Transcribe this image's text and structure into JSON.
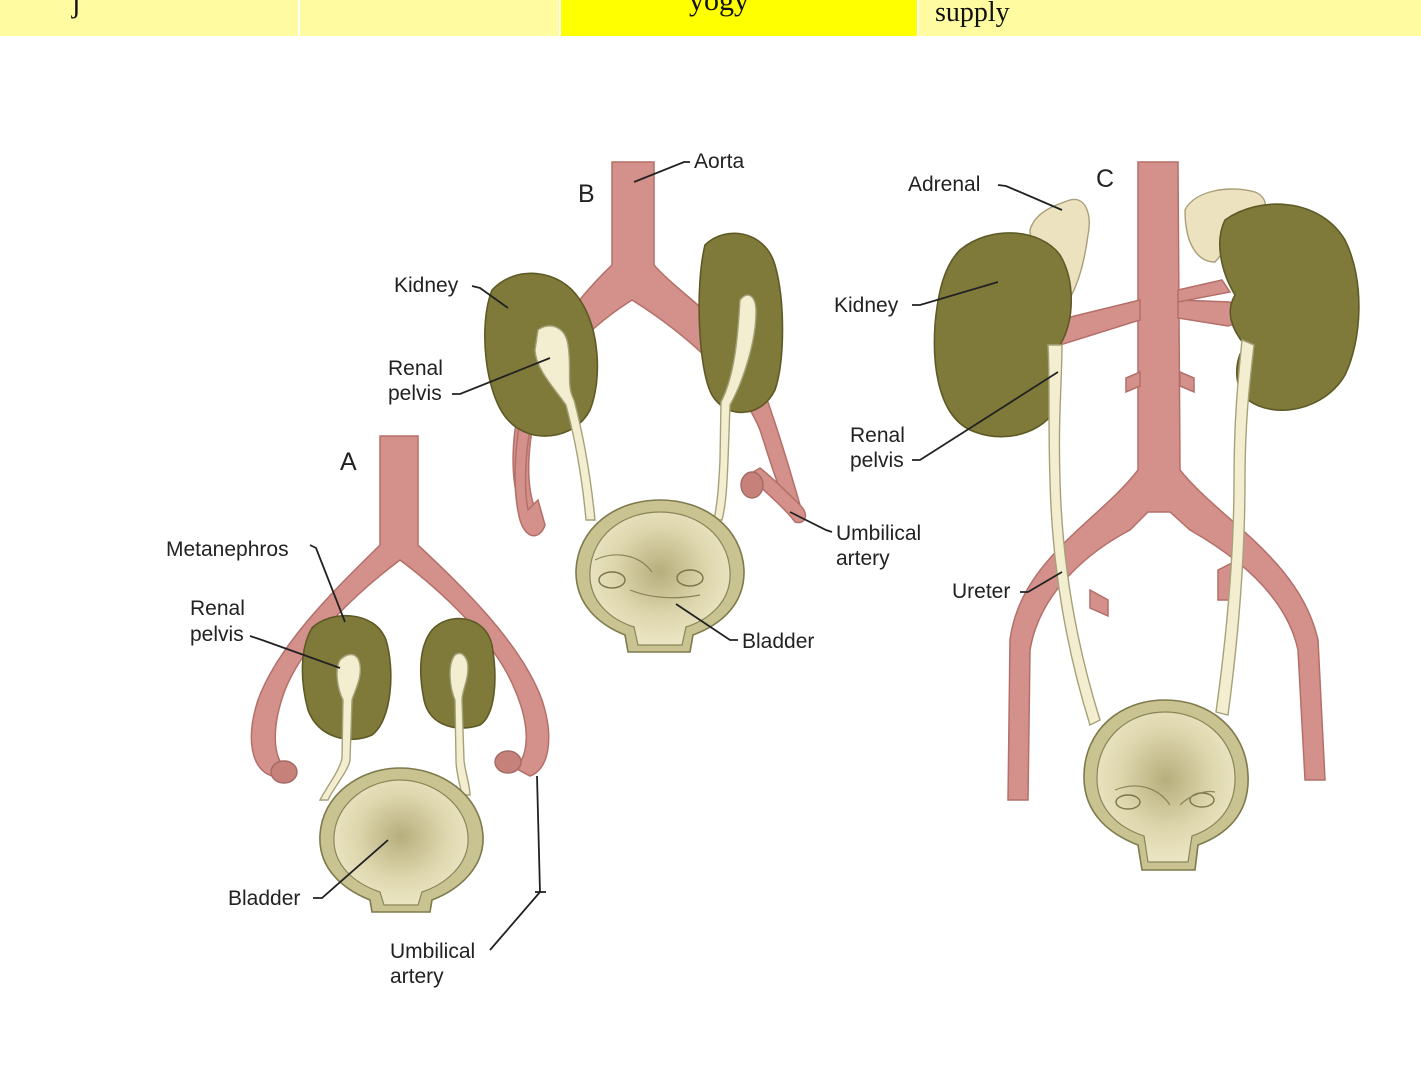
{
  "header_row": {
    "cells": [
      {
        "text": "j",
        "highlight": false
      },
      {
        "text": "",
        "highlight": false
      },
      {
        "text": "yogy",
        "highlight": true
      },
      {
        "text": "supply",
        "highlight": false
      }
    ]
  },
  "colors": {
    "table_pale_yellow": "#fefba0",
    "table_bright_yellow": "#ffff00",
    "artery": "#d4908a",
    "kidney": "#7f7a3a",
    "pelvis_ureter": "#f4eed0",
    "bladder": "#c8c391",
    "adrenal": "#ece2bf"
  },
  "panels": {
    "a": {
      "letter": "A",
      "labels": {
        "metanephros": "Metanephros",
        "renal_pelvis": "Renal\npelvis",
        "bladder": "Bladder",
        "umbilical_artery": "Umbilical\nartery"
      }
    },
    "b": {
      "letter": "B",
      "labels": {
        "aorta": "Aorta",
        "kidney": "Kidney",
        "renal_pelvis": "Renal\npelvis",
        "umbilical_artery": "Umbilical\nartery",
        "bladder": "Bladder"
      }
    },
    "c": {
      "letter": "C",
      "labels": {
        "adrenal": "Adrenal",
        "kidney": "Kidney",
        "renal_pelvis": "Renal\npelvis",
        "ureter": "Ureter"
      }
    }
  }
}
